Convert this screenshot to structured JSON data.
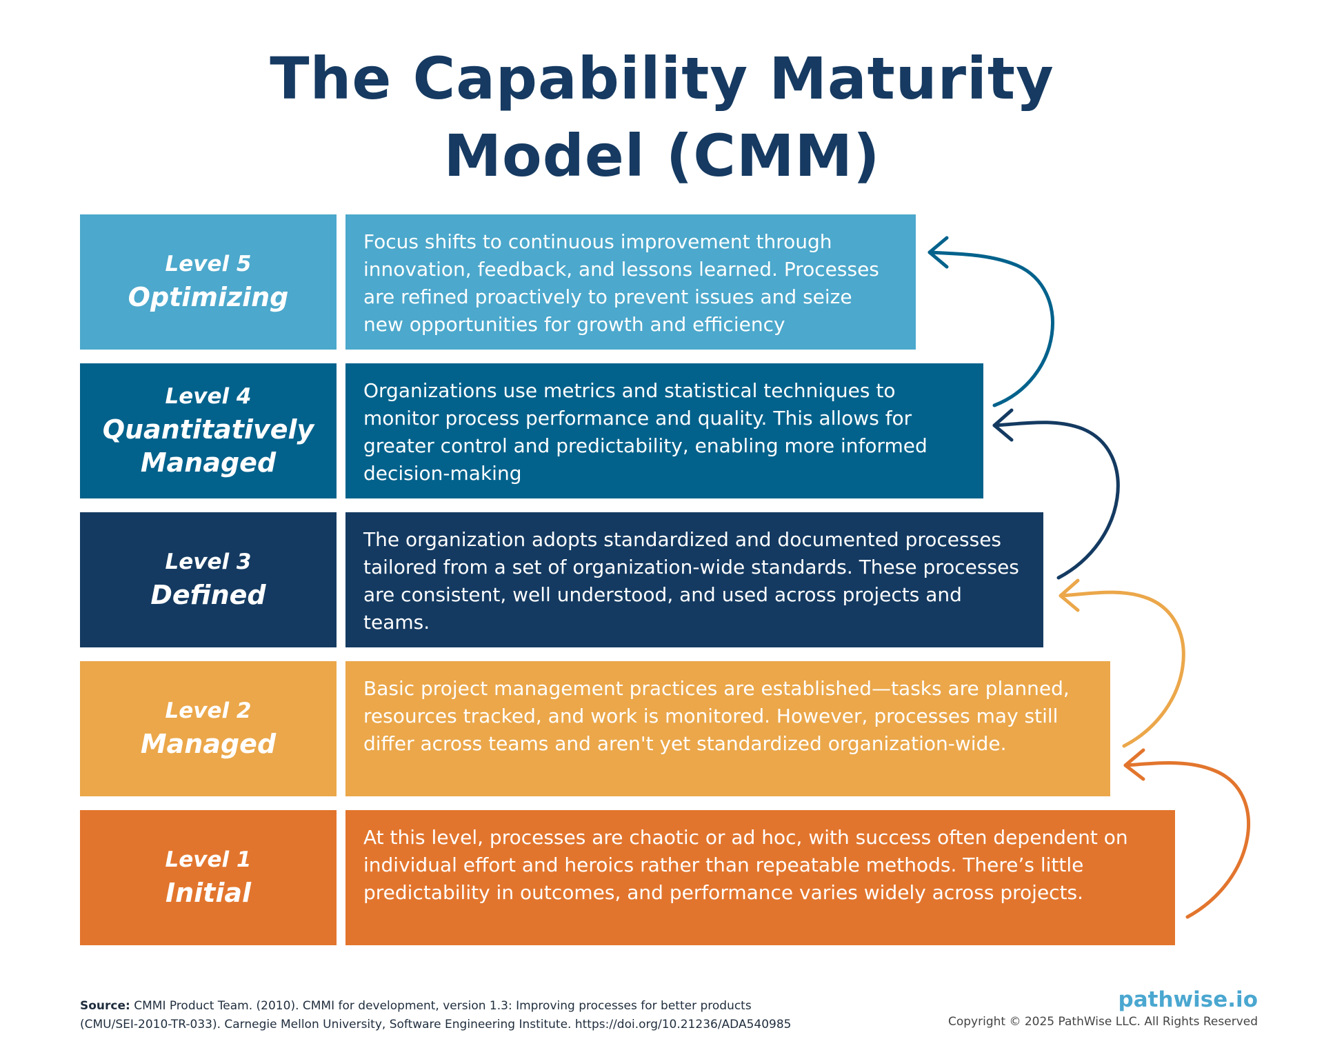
{
  "title": {
    "line1": "The Capability Maturity",
    "line2": "Model (CMM)"
  },
  "levels": [
    {
      "level": "Level 5",
      "name": "Optimizing",
      "description": "Focus shifts to continuous improvement through innovation, feedback, and lessons learned. Processes are refined proactively to prevent issues and seize new opportunities for growth and efficiency",
      "color": "#4ca8cc"
    },
    {
      "level": "Level 4",
      "name": "Quantitatively Managed",
      "description": "Organizations use metrics and statistical techniques to monitor process performance and quality. This allows for greater control and predictability, enabling more informed decision-making",
      "color": "#03628c"
    },
    {
      "level": "Level 3",
      "name": "Defined",
      "description": "The organization adopts standardized and documented processes tailored from a set of organization-wide standards. These processes are consistent, well understood, and used across projects and teams.",
      "color": "#143a61"
    },
    {
      "level": "Level 2",
      "name": "Managed",
      "description": "Basic project management practices are established—tasks are planned, resources tracked, and work is monitored. However, processes may still differ across teams and aren't yet standardized organization-wide.",
      "color": "#eba74a"
    },
    {
      "level": "Level 1",
      "name": "Initial",
      "description": "At this level, processes are chaotic or ad hoc, with success often dependent on individual effort and heroics rather than repeatable methods. There’s little predictability in outcomes, and performance varies widely across projects.",
      "color": "#e2752d"
    }
  ],
  "arrow_colors": [
    "#e2752d",
    "#eba74a",
    "#143a61",
    "#03628c"
  ],
  "footer": {
    "source_label": "Source:",
    "source_line1": "CMMI Product Team. (2010). CMMI for development, version 1.3: Improving processes for better products",
    "source_line2": "(CMU/SEI-2010-TR-033). Carnegie Mellon University, Software Engineering Institute. https://doi.org/10.21236/ADA540985",
    "brand": "pathwise.io",
    "copyright": "Copyright © 2025 PathWise LLC. All Rights Reserved"
  }
}
